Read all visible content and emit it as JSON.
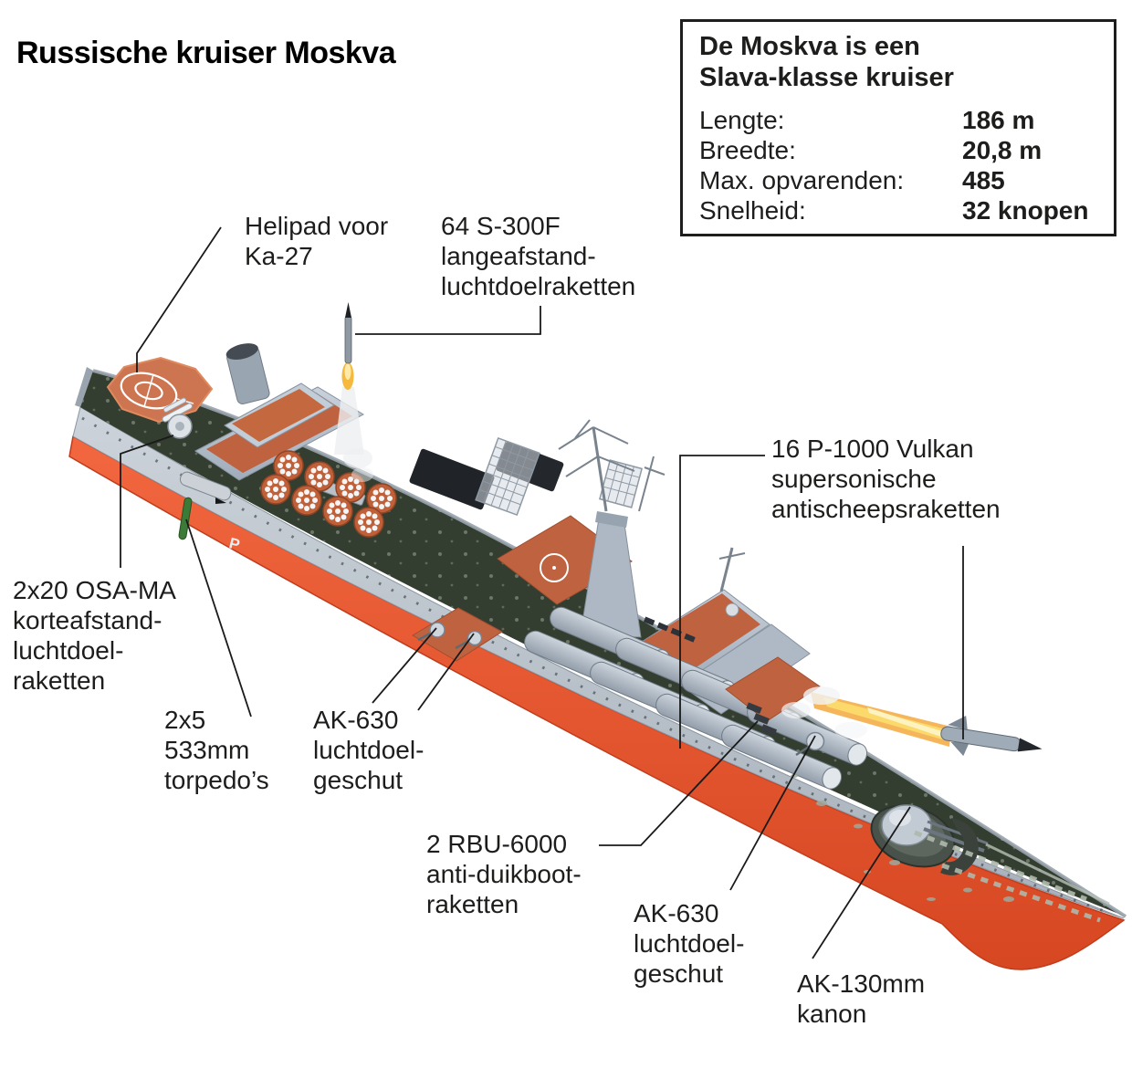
{
  "title": "Russische kruiser Moskva",
  "infobox": {
    "heading_line1": "De Moskva is een",
    "heading_line2": "Slava-klasse kruiser",
    "specs": [
      {
        "label": "Lengte:",
        "value": "186 m"
      },
      {
        "label": "Breedte:",
        "value": "20,8 m"
      },
      {
        "label": "Max. opvarenden:",
        "value": "485"
      },
      {
        "label": "Snelheid:",
        "value": "32 knopen"
      }
    ]
  },
  "callouts": {
    "helipad": {
      "lines": [
        "Helipad voor",
        "Ka-27"
      ]
    },
    "s300f": {
      "lines": [
        "64 S-300F",
        "langeafstand-",
        "luchtdoelraketten"
      ]
    },
    "p1000": {
      "lines": [
        "16 P-1000 Vulkan",
        "supersonische",
        "antischeepsraketten"
      ]
    },
    "osa_ma": {
      "lines": [
        "2x20 OSA-MA",
        "korteafstand-",
        "luchtdoel-",
        "raketten"
      ]
    },
    "torpedo": {
      "lines": [
        "2x5",
        "533mm",
        "torpedo’s"
      ]
    },
    "ak630_port": {
      "lines": [
        "AK-630",
        "luchtdoel-",
        "geschut"
      ]
    },
    "rbu6000": {
      "lines": [
        "2 RBU-6000",
        "anti-duikboot-",
        "raketten"
      ]
    },
    "ak630_bow": {
      "lines": [
        "AK-630",
        "luchtdoel-",
        "geschut"
      ]
    },
    "ak130": {
      "lines": [
        "AK-130mm",
        "kanon"
      ]
    }
  },
  "ship_marking": "P",
  "colors": {
    "hull_red": "#e8532c",
    "hull_gray": "#b9c0c9",
    "deck_green": "#333d30",
    "platform_orange": "#bf6240",
    "superstructure_gray": "#b2bdc8",
    "flame_yellow": "#f6c544",
    "leader_line": "#1a1a1a",
    "text": "#1d1d1b"
  }
}
